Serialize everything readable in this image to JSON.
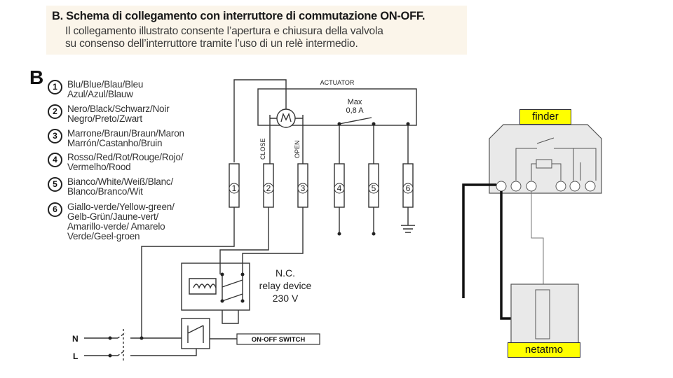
{
  "header": {
    "title": "B. Schema di collegamento con interruttore di commutazione ON-OFF.",
    "line1": "Il collegamento illustrato consente l’apertura e chiusura della valvola",
    "line2": "su consenso dell’interruttore tramite l’uso di un relè intermedio."
  },
  "section_letter": "B",
  "legend": [
    {
      "num": "1",
      "text": "Blu/Blue/Blau/Bleu\nAzul/Azul/Blauw"
    },
    {
      "num": "2",
      "text": "Nero/Black/Schwarz/Noir\nNegro/Preto/Zwart"
    },
    {
      "num": "3",
      "text": "Marrone/Braun/Braun/Maron\nMarrón/Castanho/Bruin"
    },
    {
      "num": "4",
      "text": "Rosso/Red/Rot/Rouge/Rojo/\nVermelho/Rood"
    },
    {
      "num": "5",
      "text": "Bianco/White/Weiß/Blanc/\nBlanco/Branco/Wit"
    },
    {
      "num": "6",
      "text": "Giallo-verde/Yellow-green/\nGelb-Grün/Jaune-vert/\nAmarillo-verde/ Amarelo\nVerde/Geel-groen"
    }
  ],
  "diagram": {
    "actuator_label": "ACTUATOR",
    "max_label": "Max",
    "current_label": "0,8 A",
    "motor_symbol": "M",
    "close_label": "CLOSE",
    "open_label": "OPEN",
    "terminals": [
      "1",
      "2",
      "3",
      "4",
      "5",
      "6"
    ],
    "relay_line1": "N.C.",
    "relay_line2": "relay device",
    "relay_line3": "230 V",
    "switch_label": "ON-OFF SWITCH",
    "n_label": "N",
    "l_label": "L"
  },
  "right": {
    "finder_label": "finder",
    "netatmo_label": "netatmo"
  },
  "colors": {
    "header_bg": "#fbf5ea",
    "yellow_label": "#ffff00",
    "device_fill": "#e9e9e9"
  }
}
